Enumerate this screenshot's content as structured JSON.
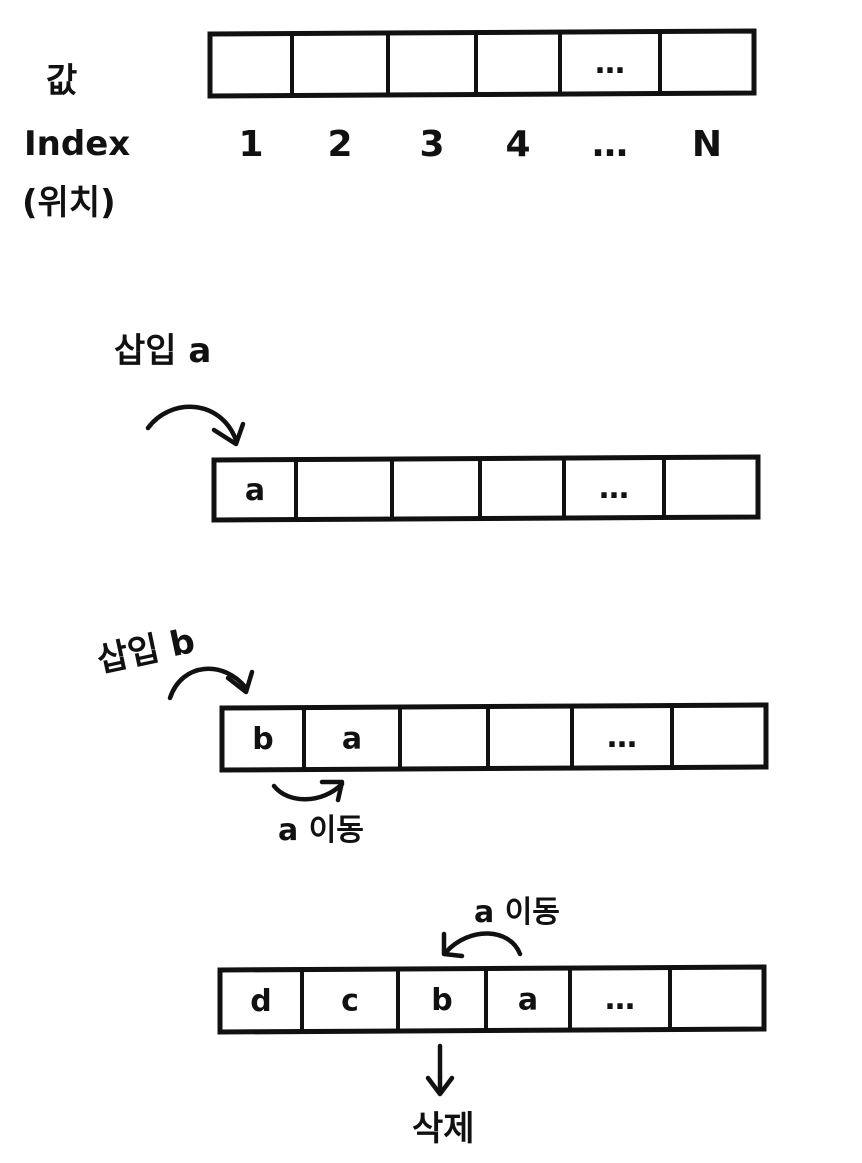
{
  "axis_labels": {
    "value": "값",
    "index": "Index",
    "position": "(위치)"
  },
  "index_labels": [
    "1",
    "2",
    "3",
    "4",
    "…",
    "N"
  ],
  "arrays": [
    {
      "cells": [
        "",
        "",
        "",
        "",
        "…",
        ""
      ]
    },
    {
      "cells": [
        "a",
        "",
        "",
        "",
        "…",
        ""
      ]
    },
    {
      "cells": [
        "b",
        "a",
        "",
        "",
        "…",
        ""
      ]
    },
    {
      "cells": [
        "d",
        "c",
        "b",
        "a",
        "…",
        ""
      ]
    }
  ],
  "annotations": {
    "insert_a": "삽입 a",
    "insert_b": "삽입 b",
    "move_a_1": "a 이동",
    "move_a_2": "a 이동",
    "delete": "삭제"
  }
}
